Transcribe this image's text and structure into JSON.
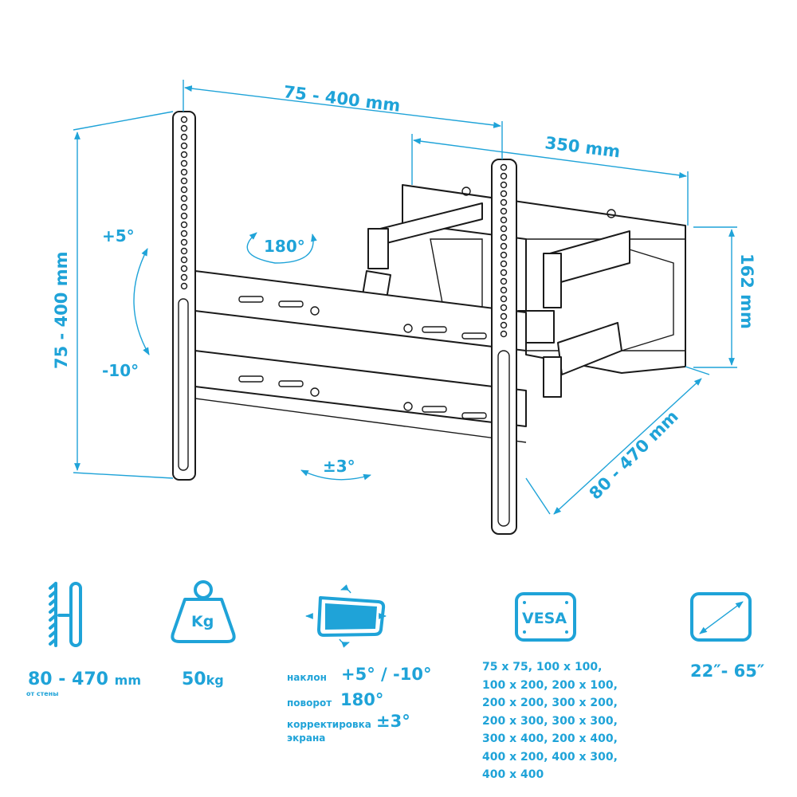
{
  "dimensions": {
    "vesa_width": "75 - 400 mm",
    "wall_plate_width": "350 mm",
    "vesa_height": "75 - 400 mm",
    "wall_plate_height": "162 mm",
    "extension": "80 - 470 mm",
    "tilt_up": "+5°",
    "tilt_down": "-10°",
    "swivel": "180°",
    "rotation": "±3°"
  },
  "specs": {
    "distance": {
      "value": "80 - 470",
      "unit": "mm",
      "note": "от стены"
    },
    "weight": {
      "icon_label": "Kg",
      "value": "50",
      "unit": "kg"
    },
    "motion": {
      "tilt_label": "наклон",
      "tilt_value": "+5° / -10°",
      "swivel_label": "поворот",
      "swivel_value": "180°",
      "level_label": "корректировка",
      "level_label2": "экрана",
      "level_value": "±3°"
    },
    "vesa": {
      "icon_label": "VESA",
      "patterns": [
        "75 x 75, 100 x 100,",
        "100 x 200, 200 x 100,",
        "200 x 200, 300 x 200,",
        "200 x 300, 300 x 300,",
        "300 x 400, 200 x 400,",
        "400 x 200, 400 x 300,",
        "400 x 400"
      ]
    },
    "screen_size": "22″- 65″"
  },
  "colors": {
    "accent": "#1fa3d8",
    "line": "#1a1a1a"
  }
}
